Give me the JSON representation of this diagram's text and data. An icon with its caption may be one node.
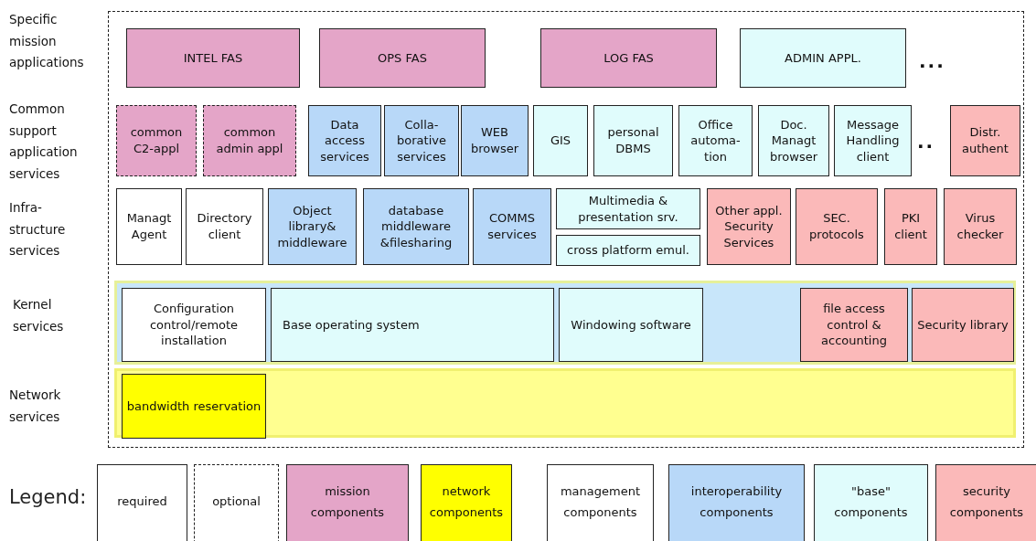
{
  "diagram": {
    "nodes": [
      {
        "text": [],
        "shape": "box"
      },
      {
        "text": [
          "INTEL FAS"
        ],
        "in": 0
      },
      {
        "text": [
          "OPS FAS"
        ],
        "in": 0
      },
      {
        "text": [
          "LOG FAS"
        ],
        "in": 0
      },
      {
        "text": [
          "ADMIN APPL."
        ],
        "in": 0
      },
      {
        "text": [
          "common C2-appl"
        ],
        "in": 0
      },
      {
        "text": [
          "common admin appl"
        ],
        "in": 0
      },
      {
        "text": [
          "Data access services"
        ],
        "in": 0
      },
      {
        "text": [
          "Colla- borative services"
        ],
        "in": 0
      },
      {
        "text": [
          "WEB browser"
        ],
        "in": 0
      },
      {
        "text": [
          "GIS"
        ],
        "in": 0
      },
      {
        "text": [
          "personal DBMS"
        ],
        "in": 0
      },
      {
        "text": [
          "Office automa- tion"
        ],
        "in": 0
      },
      {
        "text": [
          "Doc. Managt browser"
        ],
        "in": 0
      },
      {
        "text": [
          "Message Handling client"
        ],
        "in": 0
      },
      {
        "text": [
          "Distr. authent"
        ],
        "in": 0
      },
      {
        "text": [
          "Managt Agent"
        ],
        "in": 0
      },
      {
        "text": [
          "Directory client"
        ],
        "in": 0
      },
      {
        "text": [
          "Object library& middleware"
        ],
        "in": 0
      },
      {
        "text": [
          "database middleware &filesharing"
        ],
        "in": 0
      },
      {
        "text": [
          "COMMS services"
        ],
        "in": 0
      },
      {
        "text": [
          "Multimedia & presentation srv."
        ],
        "in": 0
      },
      {
        "text": [
          "cross platform emul."
        ],
        "in": 0
      },
      {
        "text": [
          "Other appl. Security Services"
        ],
        "in": 0
      },
      {
        "text": [
          "SEC. protocols"
        ],
        "in": 0
      },
      {
        "text": [
          "PKI client"
        ],
        "in": 0
      },
      {
        "text": [
          "Virus checker"
        ],
        "in": 0
      },
      {
        "text": [],
        "shape": "box",
        "in": 0
      },
      {
        "text": [
          "Configuration control/remote installation"
        ],
        "in": 27
      },
      {
        "text": [
          "Base operating system"
        ],
        "in": 27
      },
      {
        "text": [
          "Windowing software"
        ],
        "in": 27
      },
      {
        "text": [
          "file access control & accounting"
        ],
        "in": 27
      },
      {
        "text": [
          "Security library"
        ],
        "in": 27
      },
      {
        "text": [],
        "shape": "box",
        "in": 0
      },
      {
        "text": [
          "bandwidth reservation"
        ],
        "in": 33
      }
    ],
    "edges": [],
    "labels": [
      "Specific mission applications",
      "Common support application services",
      "Infra- structure services",
      "Kernel services",
      "Network services",
      "...",
      "..",
      "Legend:"
    ],
    "legend": [
      {
        "text": "required",
        "color": "#ffffff"
      },
      {
        "text": "optional"
      },
      {
        "text": "mission components",
        "color": "#e4a5c8"
      },
      {
        "text": "network components",
        "color": "#ffff00"
      },
      {
        "text": "management components",
        "color": "#ffffff"
      },
      {
        "text": "interoperability components",
        "color": "#b8d8f8"
      },
      {
        "text": "\"base\" components",
        "color": "#e0fcfc"
      },
      {
        "text": "security components",
        "color": "#fbb9b9"
      }
    ]
  }
}
